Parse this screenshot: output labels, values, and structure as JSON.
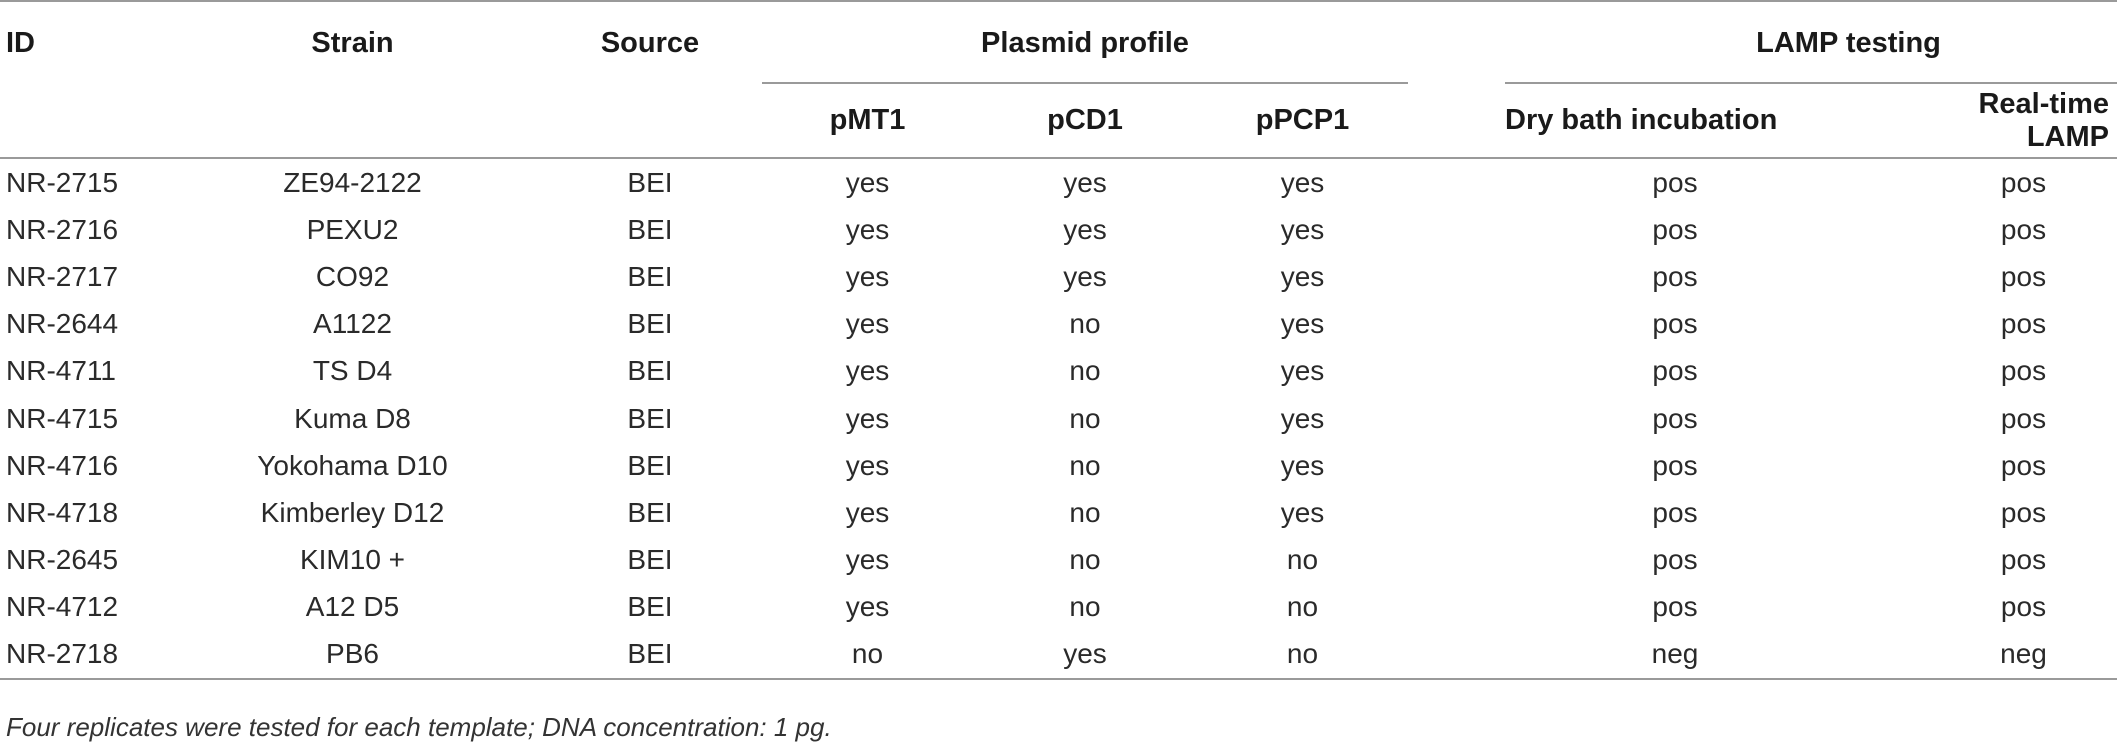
{
  "table": {
    "headers": {
      "id": "ID",
      "strain": "Strain",
      "source": "Source",
      "plasmid_profile": "Plasmid profile",
      "pmt1": "pMT1",
      "pcd1": "pCD1",
      "ppcp1": "pPCP1",
      "lamp_testing": "LAMP testing",
      "dry_bath": "Dry bath incubation",
      "real_time": "Real-time LAMP"
    },
    "rows": [
      {
        "id": "NR-2715",
        "strain": "ZE94-2122",
        "source": "BEI",
        "pmt1": "yes",
        "pcd1": "yes",
        "ppcp1": "yes",
        "dry": "pos",
        "rt": "pos"
      },
      {
        "id": "NR-2716",
        "strain": "PEXU2",
        "source": "BEI",
        "pmt1": "yes",
        "pcd1": "yes",
        "ppcp1": "yes",
        "dry": "pos",
        "rt": "pos"
      },
      {
        "id": "NR-2717",
        "strain": "CO92",
        "source": "BEI",
        "pmt1": "yes",
        "pcd1": "yes",
        "ppcp1": "yes",
        "dry": "pos",
        "rt": "pos"
      },
      {
        "id": "NR-2644",
        "strain": "A1122",
        "source": "BEI",
        "pmt1": "yes",
        "pcd1": "no",
        "ppcp1": "yes",
        "dry": "pos",
        "rt": "pos"
      },
      {
        "id": "NR-4711",
        "strain": "TS D4",
        "source": "BEI",
        "pmt1": "yes",
        "pcd1": "no",
        "ppcp1": "yes",
        "dry": "pos",
        "rt": "pos"
      },
      {
        "id": "NR-4715",
        "strain": "Kuma D8",
        "source": "BEI",
        "pmt1": "yes",
        "pcd1": "no",
        "ppcp1": "yes",
        "dry": "pos",
        "rt": "pos"
      },
      {
        "id": "NR-4716",
        "strain": "Yokohama D10",
        "source": "BEI",
        "pmt1": "yes",
        "pcd1": "no",
        "ppcp1": "yes",
        "dry": "pos",
        "rt": "pos"
      },
      {
        "id": "NR-4718",
        "strain": "Kimberley D12",
        "source": "BEI",
        "pmt1": "yes",
        "pcd1": "no",
        "ppcp1": "yes",
        "dry": "pos",
        "rt": "pos"
      },
      {
        "id": "NR-2645",
        "strain": "KIM10 +",
        "source": "BEI",
        "pmt1": "yes",
        "pcd1": "no",
        "ppcp1": "no",
        "dry": "pos",
        "rt": "pos"
      },
      {
        "id": "NR-4712",
        "strain": "A12 D5",
        "source": "BEI",
        "pmt1": "yes",
        "pcd1": "no",
        "ppcp1": "no",
        "dry": "pos",
        "rt": "pos"
      },
      {
        "id": "NR-2718",
        "strain": "PB6",
        "source": "BEI",
        "pmt1": "no",
        "pcd1": "yes",
        "ppcp1": "no",
        "dry": "neg",
        "rt": "neg"
      }
    ]
  },
  "footnote": "Four replicates were tested for each template; DNA concentration: 1 pg."
}
